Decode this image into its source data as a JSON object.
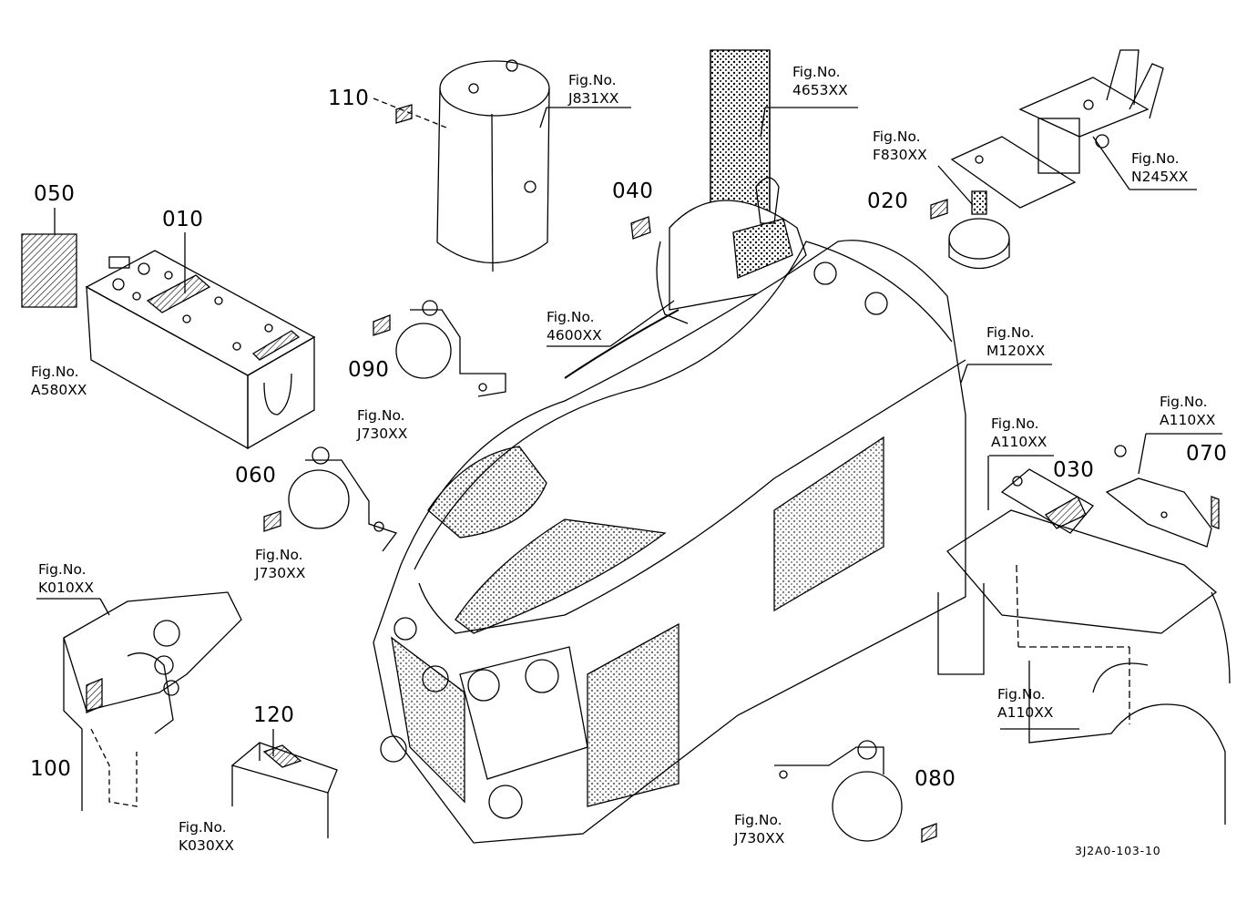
{
  "diagram": {
    "drawing_number": "3J2A0-103-10",
    "part_numbers": [
      "050",
      "010",
      "110",
      "040",
      "020",
      "090",
      "060",
      "100",
      "120",
      "030",
      "070",
      "080"
    ],
    "figure_refs": [
      {
        "line1": "Fig.No.",
        "line2": "A580XX"
      },
      {
        "line1": "Fig.No.",
        "line2": "J831XX"
      },
      {
        "line1": "Fig.No.",
        "line2": "4653XX"
      },
      {
        "line1": "Fig.No.",
        "line2": "F830XX"
      },
      {
        "line1": "Fig.No.",
        "line2": "N245XX"
      },
      {
        "line1": "Fig.No.",
        "line2": "4600XX"
      },
      {
        "line1": "Fig.No.",
        "line2": "J730XX"
      },
      {
        "line1": "Fig.No.",
        "line2": "M120XX"
      },
      {
        "line1": "Fig.No.",
        "line2": "A110XX"
      },
      {
        "line1": "Fig.No.",
        "line2": "A110XX"
      },
      {
        "line1": "Fig.No.",
        "line2": "J730XX"
      },
      {
        "line1": "Fig.No.",
        "line2": "K010XX"
      },
      {
        "line1": "Fig.No.",
        "line2": "A110XX"
      },
      {
        "line1": "Fig.No.",
        "line2": "K030XX"
      },
      {
        "line1": "Fig.No.",
        "line2": "J730XX"
      }
    ]
  }
}
